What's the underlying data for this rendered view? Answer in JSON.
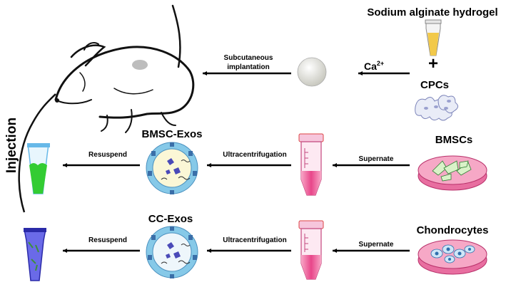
{
  "title": "Sodium alginate hydrogel",
  "injection": "Injection",
  "top_row": {
    "implant_label_line1": "Subcutaneous",
    "implant_label_line2": "implantation",
    "ca_base": "Ca",
    "ca_sup": "2+",
    "plus": "+",
    "cpcs": "CPCs"
  },
  "bmsc_row": {
    "exos_label": "BMSC-Exos",
    "resuspend": "Resuspend",
    "ultracentrifugation": "Ultracentrifugation",
    "supernate": "Supernate",
    "cells_label": "BMSCs"
  },
  "cc_row": {
    "exos_label": "CC-Exos",
    "resuspend": "Resuspend",
    "ultracentrifugation": "Ultracentrifugation",
    "supernate": "Supernate",
    "cells_label": "Chondrocytes"
  },
  "colors": {
    "hydrogel_yellow": "#f2c94a",
    "bmsc_gel_green": "#33cc33",
    "cc_gel_blue": "#4a4ae0",
    "exo_shell": "#86c9e8",
    "exo_core_bmsc": "#fbf7d6",
    "exo_core_cc": "#eef6fb",
    "tube_pink": "#e8468a",
    "dish_pink": "#e86ea0"
  }
}
